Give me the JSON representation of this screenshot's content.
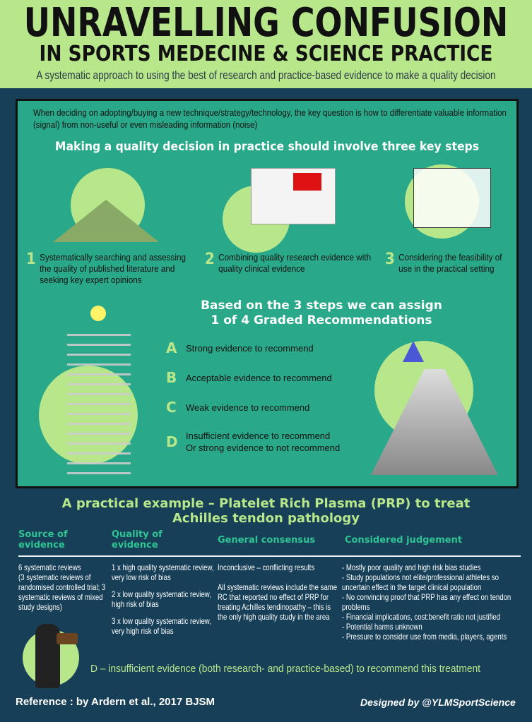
{
  "header": {
    "title": "UNRAVELLING CONFUSION",
    "subtitle": "IN SPORTS MEDECINE & SCIENCE PRACTICE",
    "tagline": "A systematic approach to using the best of research and practice-based evidence to make a quality decision"
  },
  "panel": {
    "intro": "When deciding on adopting/buying a new technique/strategy/technology, the key question is how to differentiate valuable information (signal) from non-useful or even misleading information (noise)",
    "steps_heading": "Making a quality decision in practice should involve three key steps",
    "steps": [
      {
        "num": "1",
        "text": "Systematically searching and assessing the quality of published literature and seeking key expert opinions"
      },
      {
        "num": "2",
        "text": "Combining quality research evidence with quality clinical evidence"
      },
      {
        "num": "3",
        "text": "Considering the feasibility of use in the practical setting"
      }
    ],
    "grades_heading_1": "Based on the 3 steps we can assign",
    "grades_heading_2": "1 of 4 Graded Recommendations",
    "grades": [
      {
        "letter": "A",
        "text": "Strong evidence to recommend"
      },
      {
        "letter": "B",
        "text": "Acceptable evidence to recommend"
      },
      {
        "letter": "C",
        "text": "Weak evidence to recommend"
      },
      {
        "letter": "D",
        "text": "Insufficient evidence to recommend\nOr strong evidence to not recommend"
      }
    ]
  },
  "example": {
    "title_1": "A practical example – Platelet Rich Plasma (PRP) to treat",
    "title_2": "Achilles tendon pathology",
    "columns": [
      "Source of evidence",
      "Quality of evidence",
      "General consensus",
      "Considered judgement"
    ],
    "source": "6 systematic reviews\n(3 systematic reviews of randomised controlled trial; 3 systematic reviews of mixed study designs)",
    "quality": [
      "1 x high quality systematic review, very low risk of bias",
      "2 x low quality systematic review, high risk of bias",
      "3 x low quality systematic review, very high risk of bias"
    ],
    "consensus": [
      "Inconclusive – conflicting results",
      "All systematic reviews include the same RC that reported no effect of PRP for treating Achilles tendinopathy – this is the only high quality study in the area"
    ],
    "judgement": [
      "- Mostly poor quality and high risk bias studies",
      "- Study populations not elite/professional athletes so uncertain effect in the target clinical population",
      "- No convincing proof that PRP has any effect on tendon problems",
      "- Financial implications, cost:benefit ratio not justified",
      "- Potential harms unknown",
      "- Pressure to consider use from media, players, agents"
    ],
    "verdict": "D – insufficient evidence (both research- and practice-based) to recommend this treatment"
  },
  "footer": {
    "reference": "Reference : by Ardern et al., 2017 BJSM",
    "credit": "Designed by @YLMSportScience"
  },
  "colors": {
    "header_bg": "#b8e68a",
    "page_bg": "#173f57",
    "panel_bg": "#29a98a",
    "accent": "#2fc493"
  }
}
